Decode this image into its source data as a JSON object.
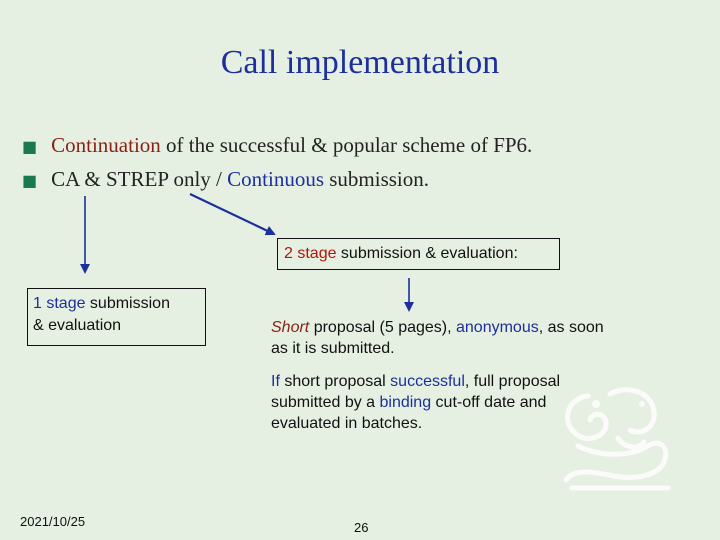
{
  "slide": {
    "title": "Call implementation",
    "bullets": [
      {
        "highlight": "Continuation",
        "rest": " of the successful & popular scheme of FP6."
      },
      {
        "part1": "CA & STREP only / ",
        "highlight": "Continuous",
        "part2": " submission."
      }
    ],
    "two_stage_box": {
      "highlight": "2 stage",
      "rest": " submission & evaluation:"
    },
    "one_stage_box": {
      "highlight": "1 stage",
      "line1_rest": " submission",
      "line2": "& evaluation"
    },
    "short_para": {
      "highlight1": "Short",
      "text1": " proposal (5 pages), ",
      "highlight2": "anonymous",
      "text2": ", as soon as it is submitted."
    },
    "if_para": {
      "highlight1": "If",
      "text1": " short proposal ",
      "highlight2": "successful",
      "text2": ", full proposal submitted by a ",
      "highlight3": "binding",
      "text3": " cut-off date and evaluated in batches."
    },
    "footer": {
      "date": "2021/10/25",
      "page": "26"
    }
  },
  "colors": {
    "background": "#e6f0e2",
    "title_blue": "#1c2f9c",
    "highlight_brown": "#8a1f14",
    "highlight_red": "#b3140a",
    "bullet_green": "#1a7a4d",
    "arrow_blue": "#1c2f9c"
  },
  "icons": {
    "bullet": "square-bullet-icon",
    "decoration": "jade-dragon-icon"
  }
}
